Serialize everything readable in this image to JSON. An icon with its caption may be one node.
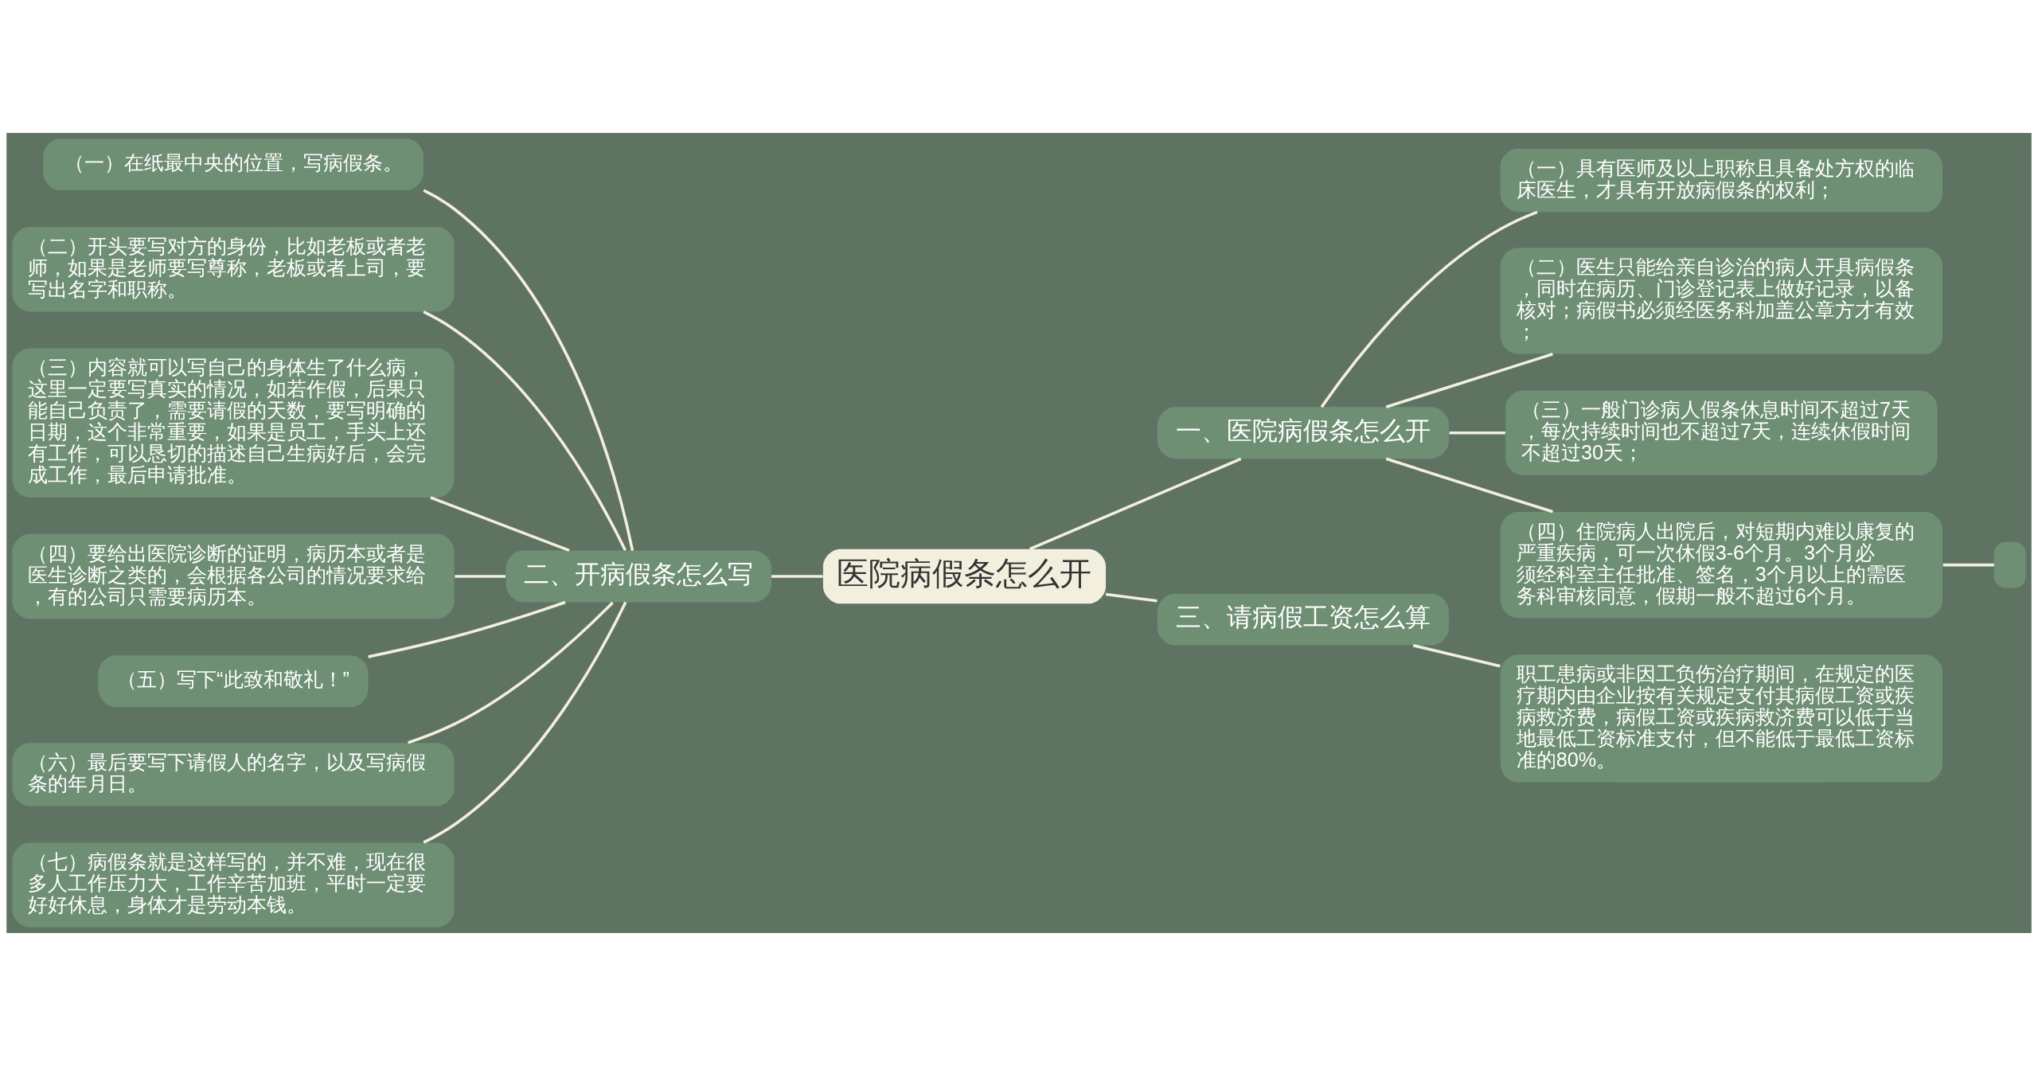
{
  "diagram": {
    "nodes": [
      {
        "text": [
          "医院病假条怎么开"
        ]
      },
      {
        "text": [
          "一、医院病假条怎么开"
        ]
      },
      {
        "text": [
          "（一）具有医师及以上职称且具备处方权的临床医生，才具有开放病假条的权利；"
        ]
      },
      {
        "text": [
          "（二）医生只能给亲自诊治的病人开具病假条，同时在病历、门诊登记表上做好记录，以备核对；病假书必须经医务科加盖公章方才有效；"
        ]
      },
      {
        "text": [
          "（三）一般门诊病人假条休息时间不超过7天，每次持续时间也不超过7天，连续休假时间不超过30天；"
        ]
      },
      {
        "text": [
          "（四）住院病人出院后，对短期内难以康复的严重疾病，可一次休假3-6个月。3个月必须经科室主任批准、签名，3个月以上的需医务科审核同意，假期一般不超过6个月。"
        ]
      },
      {
        "text": [],
        "shape": "box"
      },
      {
        "text": [
          "三、请病假工资怎么算"
        ]
      },
      {
        "text": [
          "职工患病或非因工负伤治疗期间，在规定的医疗期内由企业按有关规定支付其病假工资或疾病救济费，病假工资或疾病救济费可以低于当地最低工资标准支付，但不能低于最低工资标准的80%。"
        ]
      },
      {
        "text": [
          "二、开病假条怎么写"
        ]
      },
      {
        "text": [
          "（一）在纸最中央的位置，写病假条。"
        ]
      },
      {
        "text": [
          "（二）开头要写对方的身份，比如老板或者老师，如果是老师要写尊称，老板或者上司，要写出名字和职称。"
        ]
      },
      {
        "text": [
          "（三）内容就可以写自己的身体生了什么病，这里一定要写真实的情况，如若作假，后果只能自己负责了，需要请假的天数，要写明确的日期，这个非常重要，如果是员工，手头上还有工作，可以恳切的描述自己生病好后，会完成工作，最后申请批准。"
        ]
      },
      {
        "text": [
          "（四）要给出医院诊断的证明，病历本或者是医生诊断之类的，会根据各公司的情况要求给，有的公司只需要病历本。"
        ]
      },
      {
        "text": [
          "（五）写下“此致和敬礼！”"
        ]
      },
      {
        "text": [
          "（六）最后要写下请假人的名字，以及写病假条的年月日。"
        ]
      },
      {
        "text": [
          "（七）病假条就是这样写的，并不难，现在很多人工作压力大，工作辛苦加班，平时一定要好好休息，身体才是劳动本钱。"
        ]
      }
    ],
    "edges": [
      {
        "from": 0,
        "to": 1,
        "arrow": "none"
      },
      {
        "from": 1,
        "to": 2,
        "arrow": "none"
      },
      {
        "from": 1,
        "to": 3,
        "arrow": "none"
      },
      {
        "from": 1,
        "to": 4,
        "arrow": "none"
      },
      {
        "from": 1,
        "to": 5,
        "arrow": "none"
      },
      {
        "from": 5,
        "to": 6,
        "arrow": "none"
      },
      {
        "from": 0,
        "to": 7,
        "arrow": "none"
      },
      {
        "from": 7,
        "to": 8,
        "arrow": "none"
      },
      {
        "from": 9,
        "to": 0,
        "arrow": "none"
      },
      {
        "from": 10,
        "to": 9,
        "arrow": "none"
      },
      {
        "from": 11,
        "to": 9,
        "arrow": "none"
      },
      {
        "from": 12,
        "to": 9,
        "arrow": "none"
      },
      {
        "from": 13,
        "to": 9,
        "arrow": "none"
      },
      {
        "from": 14,
        "to": 9,
        "arrow": "none"
      },
      {
        "from": 15,
        "to": 9,
        "arrow": "none"
      },
      {
        "from": 16,
        "to": 9,
        "arrow": "none"
      }
    ]
  }
}
